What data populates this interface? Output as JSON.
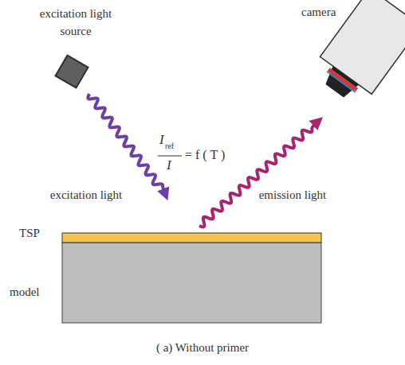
{
  "diagram": {
    "caption": "( a) Without primer",
    "labels": [
      "excitation light source",
      "camera",
      "excitation light",
      "emission light",
      "TSP",
      "model",
      "I",
      "ref",
      "I",
      "= f ( T )"
    ]
  }
}
